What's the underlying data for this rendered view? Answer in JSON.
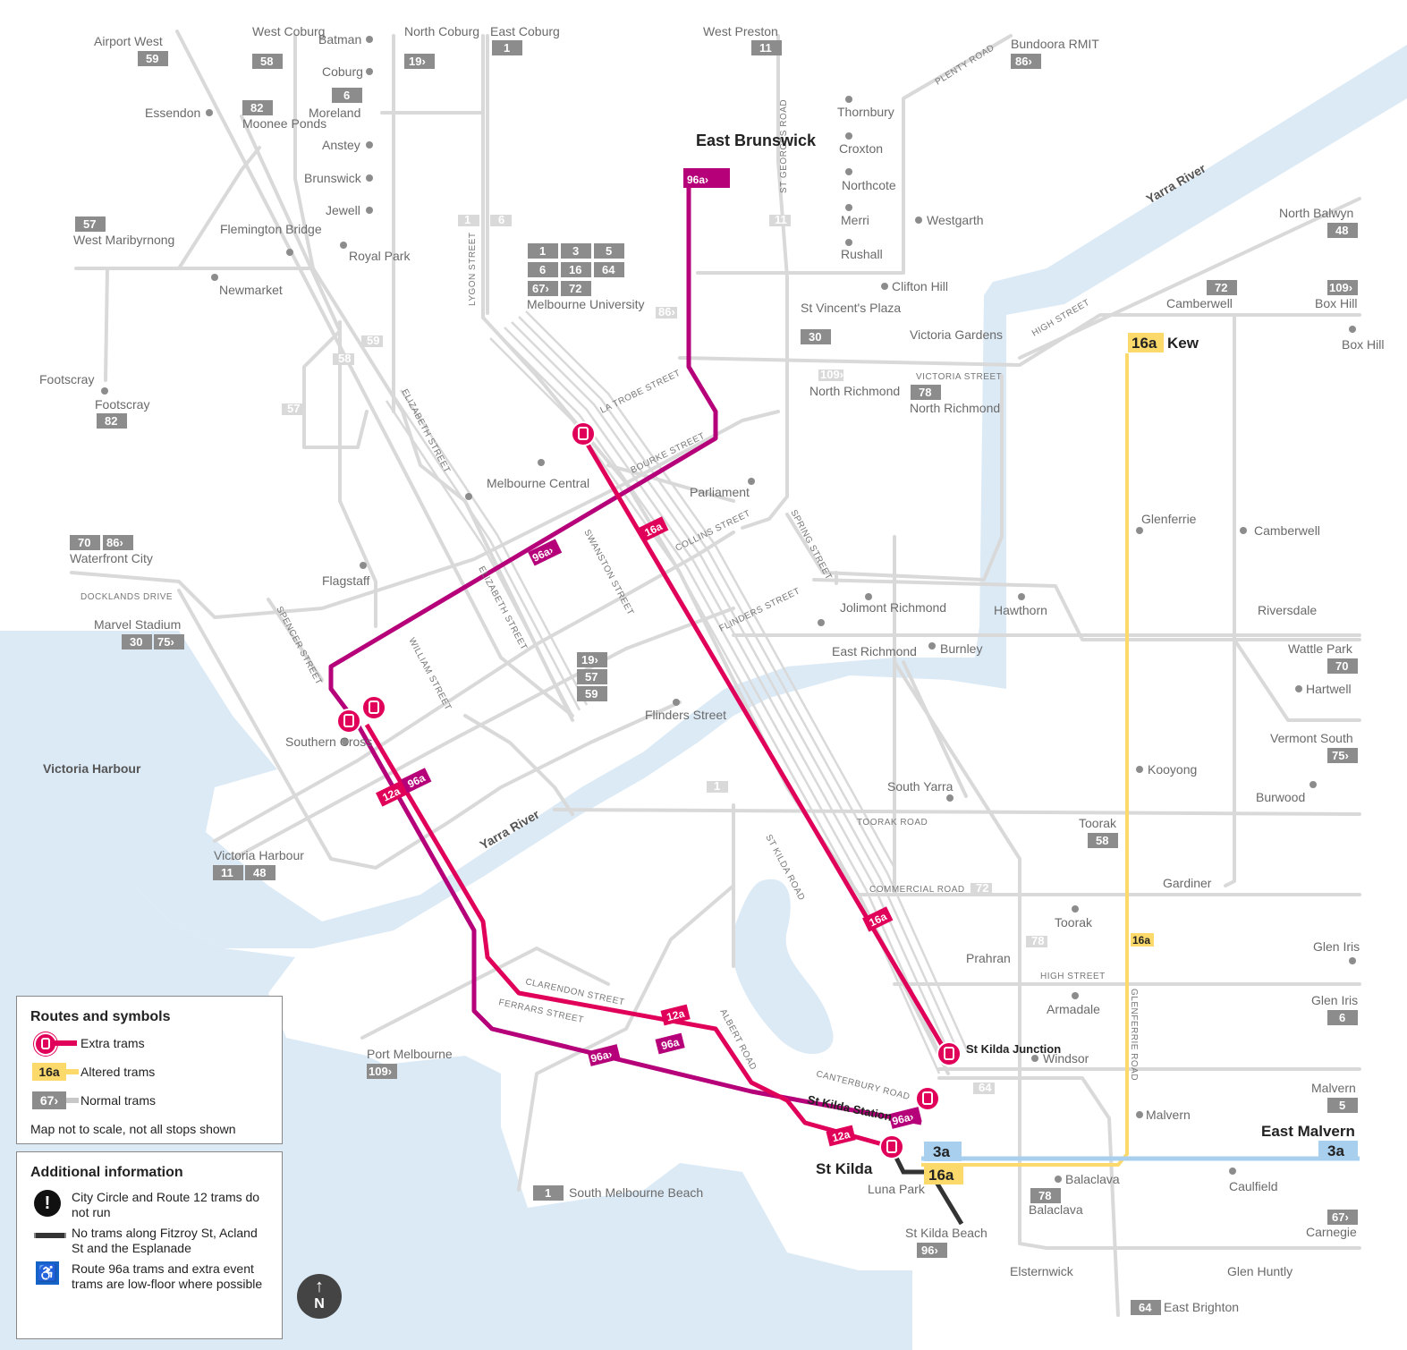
{
  "legend": {
    "routes_title": "Routes and symbols",
    "extra_trams": "Extra trams",
    "altered_badge": "16a",
    "altered_trams": "Altered trams",
    "normal_badge": "67›",
    "normal_trams": "Normal trams",
    "scale_note": "Map not to scale, not all stops shown",
    "info_title": "Additional information",
    "info_circle": "City Circle and Route 12 trams do not run",
    "info_fitzroy": "No trams along Fitzroy St, Acland St and the Esplanade",
    "info_lowfloor": "Route 96a trams and extra event trams are low-floor where possible",
    "excl_symbol": "!",
    "access_symbol": "♿",
    "north_label": "N",
    "north_arrow": "↑"
  },
  "colors": {
    "water": "#dceaf6",
    "river": "#bcd9f2",
    "normal_line": "#d9d9d9",
    "extra": "#e0005a",
    "route96a": "#b5007a",
    "altered": "#fbd96b",
    "route3a": "#a9cfee",
    "badge_grey": "#8c8c8c"
  },
  "water_labels": {
    "harbour": "Victoria Harbour",
    "yarra1": "Yarra River",
    "yarra2": "Yarra River"
  },
  "terminals": {
    "east_brunswick": "East Brunswick",
    "east_brunswick_route": "96a›",
    "kew": "Kew",
    "kew_route": "16a",
    "east_malvern": "East Malvern",
    "east_malvern_route": "3a",
    "st_kilda": "St Kilda",
    "st_kilda_junction": "St Kilda Junction",
    "st_kilda_station": "St Kilda Station",
    "luna_park": "Luna Park"
  },
  "stops": {
    "airport_west": "Airport West",
    "r59": "59",
    "west_coburg": "West Coburg",
    "r58": "58",
    "batman": "Batman",
    "coburg": "Coburg",
    "r6": "6",
    "moreland": "Moreland",
    "anstey": "Anstey",
    "brunswick": "Brunswick",
    "jewell": "Jewell",
    "royal_park": "Royal Park",
    "north_coburg": "North Coburg",
    "r19": "19›",
    "east_coburg": "East Coburg",
    "r1": "1",
    "west_preston": "West Preston",
    "r11": "11",
    "bundoora": "Bundoora RMIT",
    "r86": "86›",
    "essendon": "Essendon",
    "r82": "82",
    "moonee_ponds": "Moonee Ponds",
    "west_maribyrnong": "West Maribyrnong",
    "r57": "57",
    "flemington": "Flemington Bridge",
    "newmarket": "Newmarket",
    "footscray": "Footscray",
    "footscray_stop": "Footscray",
    "r82b": "82",
    "thornbury": "Thornbury",
    "croxton": "Croxton",
    "northcote": "Northcote",
    "merri": "Merri",
    "westgarth": "Westgarth",
    "rushall": "Rushall",
    "clifton_hill": "Clifton Hill",
    "north_balwyn": "North Balwyn",
    "r48": "48",
    "camberwell_top": "Camberwell",
    "r72": "72",
    "box_hill": "Box Hill",
    "r109": "109›",
    "box_hill2": "Box Hill",
    "melbourne_uni": "Melbourne University",
    "u1": "1",
    "u3": "3",
    "u5": "5",
    "u6": "6",
    "u16": "16",
    "u64": "64",
    "u67": "67›",
    "u72": "72",
    "st_vincents": "St Vincent's Plaza",
    "r30": "30",
    "victoria_gardens": "Victoria Gardens",
    "north_richmond": "North Richmond",
    "north_richmond2": "North Richmond",
    "r78": "78",
    "melbourne_central": "Melbourne Central",
    "parliament": "Parliament",
    "glenferrie": "Glenferrie",
    "camberwell": "Camberwell",
    "waterfront": "Waterfront City",
    "r70": "70",
    "r86b": "86›",
    "flagstaff": "Flagstaff",
    "marvel": "Marvel Stadium",
    "r30b": "30",
    "r75": "75›",
    "jolimont": "Jolimont Richmond",
    "hawthorn": "Hawthorn",
    "riversdale": "Riversdale",
    "east_richmond": "East Richmond",
    "burnley": "Burnley",
    "wattle_park": "Wattle Park",
    "r70b": "70",
    "hartwell": "Hartwell",
    "r19b": "19›",
    "r57b": "57",
    "r59b": "59",
    "flinders_st": "Flinders Street",
    "southern_cross": "Southern Cross",
    "vermont_south": "Vermont South",
    "r75b": "75›",
    "kooyong": "Kooyong",
    "burwood": "Burwood",
    "south_yarra": "South Yarra",
    "toorak": "Toorak",
    "r58b": "58",
    "vic_harbour_stop": "Victoria Harbour",
    "r11b": "11",
    "r48b": "48",
    "gardiner": "Gardiner",
    "toorak2": "Toorak",
    "prahran": "Prahran",
    "glen_iris": "Glen Iris",
    "glen_iris2": "Glen Iris",
    "r6b": "6",
    "armadale": "Armadale",
    "port_melbourne": "Port Melbourne",
    "r109b": "109›",
    "windsor": "Windsor",
    "malvern_stop": "Malvern",
    "malvern": "Malvern",
    "r5": "5",
    "balaclava": "Balaclava",
    "balaclava2": "Balaclava",
    "r78b": "78",
    "caulfield": "Caulfield",
    "south_melb_beach": "South Melbourne Beach",
    "r1b": "1",
    "st_kilda_beach": "St Kilda Beach",
    "r96": "96›",
    "carnegie": "Carnegie",
    "r67": "67›",
    "elsternwick": "Elsternwick",
    "glen_huntly": "Glen Huntly",
    "east_brighton": "East Brighton",
    "r64": "64"
  },
  "streets": {
    "la_trobe": "LA TROBE STREET",
    "bourke": "BOURKE STREET",
    "collins": "COLLINS STREET",
    "flinders": "FLINDERS STREET",
    "spring": "SPRING STREET",
    "swanston": "SWANSTON STREET",
    "elizabeth": "ELIZABETH STREET",
    "elizabeth2": "ELIZABETH STREET",
    "william": "WILLIAM STREET",
    "spencer": "SPENCER STREET",
    "lygon": "LYGON STREET",
    "st_georges": "ST GEORGES ROAD",
    "plenty": "PLENTY ROAD",
    "high_st": "HIGH STREET",
    "victoria_st": "VICTORIA STREET",
    "docklands": "DOCKLANDS DRIVE",
    "toorak_rd": "TOORAK ROAD",
    "st_kilda_rd": "ST KILDA ROAD",
    "commercial_rd": "COMMERCIAL ROAD",
    "high_st2": "HIGH STREET",
    "glenferrie_rd": "GLENFERRIE ROAD",
    "clarendon": "CLARENDON STREET",
    "ferrars": "FERRARS STREET",
    "albert": "ALBERT ROAD",
    "canterbury": "CANTERBURY ROAD"
  },
  "street_badges": {
    "b1": "1",
    "b6": "6",
    "b11": "11",
    "b86": "86›",
    "b109": "109›",
    "b58": "58",
    "b59": "59",
    "b57": "57",
    "b1b": "1",
    "b72": "72",
    "b78": "78",
    "b64": "64"
  },
  "route_labels": {
    "l16a_1": "16a",
    "l96a_1": "96a›",
    "l12a_1": "12a",
    "l96a_2": "96a",
    "l16a_2": "16a",
    "l12a_2": "12a",
    "l96a_3": "96a",
    "l96a_4": "96a›",
    "l12a_3": "12a",
    "l16a_3": "16a",
    "l96a_5": "96a›",
    "l3a": "3a",
    "l16a_end": "16a"
  }
}
